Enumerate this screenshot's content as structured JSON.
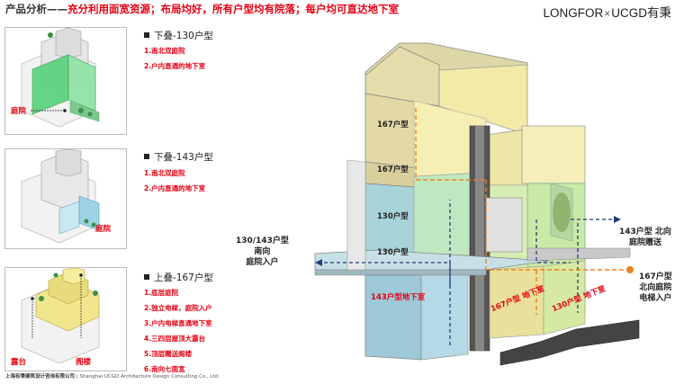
{
  "header": {
    "title": "产品分析——",
    "highlight": "充分利用面宽资源；布局均好，所有户型均有院落；每户均可直达地下室"
  },
  "brand": {
    "logo_left": "LONGFOR",
    "separator": "×",
    "logo_right": "UCGD有秉"
  },
  "types": [
    {
      "title": "下叠-130户型",
      "features": [
        "1.南北双庭院",
        "2.户内直通的地下室"
      ],
      "thumb_tag": "庭院"
    },
    {
      "title": "下叠-143户型",
      "features": [
        "1.南北双庭院",
        "2.户内直通的地下室"
      ],
      "thumb_tag": "庭院"
    },
    {
      "title": "上叠-167户型",
      "features": [
        "1.底层庭院",
        "2.独立电梯，庭院入户",
        "3.户内电梯直通地下室",
        "4.三四层屋顶大露台",
        "5.顶层赠送阁楼",
        "6.南向七面宽"
      ],
      "thumb_tags": [
        "露台",
        "阁楼"
      ]
    }
  ],
  "diagram": {
    "floor_labels": [
      "167户型",
      "167户型",
      "130户型",
      "130户型"
    ],
    "red_labels": [
      "143户型地下室",
      "167户型 地下室",
      "130户型 地下室"
    ],
    "notes": {
      "left": [
        "130/143户型",
        "南向",
        "庭院入户"
      ],
      "right_top": [
        "143户型 北向",
        "庭院赠送"
      ],
      "right_bottom": [
        "167户型",
        "北向庭院",
        "电梯入户"
      ]
    }
  },
  "footer": {
    "company": "上海有秉建筑设计咨询有限公司",
    "sep": "|",
    "company_en": "Shanghai UCGD Architecture Design Consulting Co., Ltd."
  },
  "colors": {
    "accent": "#e60012",
    "green": "#56d17a",
    "yellow": "#f3eaa0",
    "blue": "#9ec8d8",
    "navy": "#1f3f7a",
    "orange": "#f08020"
  }
}
